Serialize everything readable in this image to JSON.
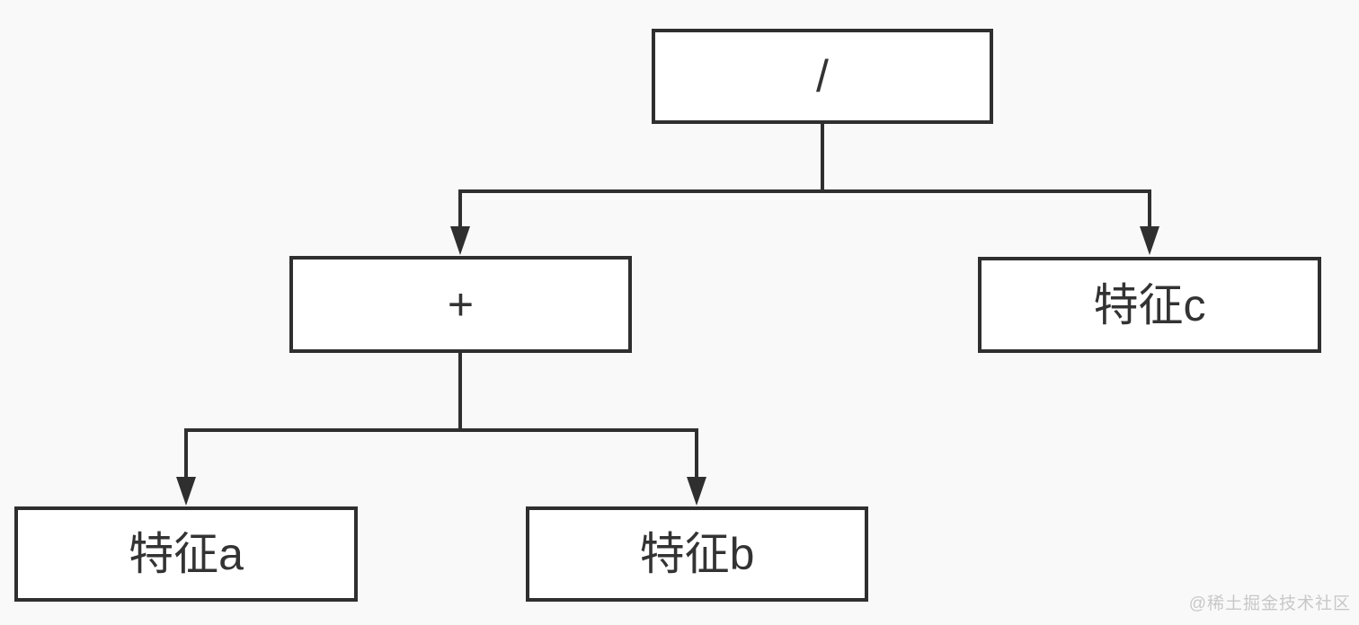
{
  "page": {
    "background_color": "#f9f9f9"
  },
  "diagram": {
    "type": "expression-tree-flowchart",
    "nodes": {
      "root": {
        "label": "/"
      },
      "plus": {
        "label": "+"
      },
      "feature_a": {
        "label": "特征a"
      },
      "feature_b": {
        "label": "特征b"
      },
      "feature_c": {
        "label": "特征c"
      }
    },
    "edges": [
      {
        "from": "root",
        "to": "plus"
      },
      {
        "from": "root",
        "to": "feature_c"
      },
      {
        "from": "plus",
        "to": "feature_a"
      },
      {
        "from": "plus",
        "to": "feature_b"
      }
    ],
    "colors": {
      "node_fill": "#ffffff",
      "node_border": "#2f2f2f",
      "connector": "#2f2f2f",
      "text": "#333333",
      "watermark_text": "#c8c8c8"
    }
  },
  "watermark": {
    "label": "@稀土掘金技术社区"
  }
}
